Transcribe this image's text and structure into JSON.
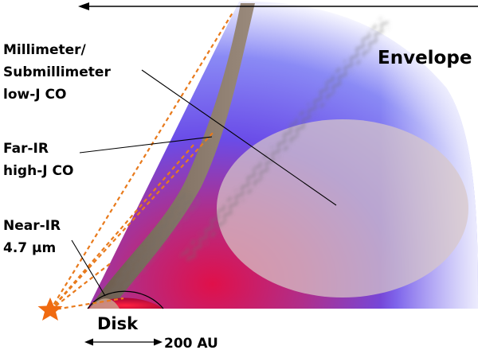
{
  "labels": {
    "mm_line1": "Millimeter/",
    "mm_line2": "Submillimeter",
    "mm_line3": "low-J CO",
    "fir_line1": "Far-IR",
    "fir_line2": "high-J CO",
    "nir_line1": "Near-IR",
    "nir_line2": "4.7 μm",
    "envelope": "Envelope",
    "disk": "Disk",
    "scale": "200 AU"
  },
  "colors": {
    "envelope_blue": "#5a5af5",
    "disk_red": "#e0104a",
    "outflow_wall": "#7a6a5c",
    "star": "#f06a10",
    "rays": "#e87a1c",
    "cavity_glow": "#d8c8c8"
  },
  "icons": {
    "star": "star-icon",
    "scale_arrow": "double-arrow-icon",
    "top_arrow": "left-arrow-icon"
  }
}
